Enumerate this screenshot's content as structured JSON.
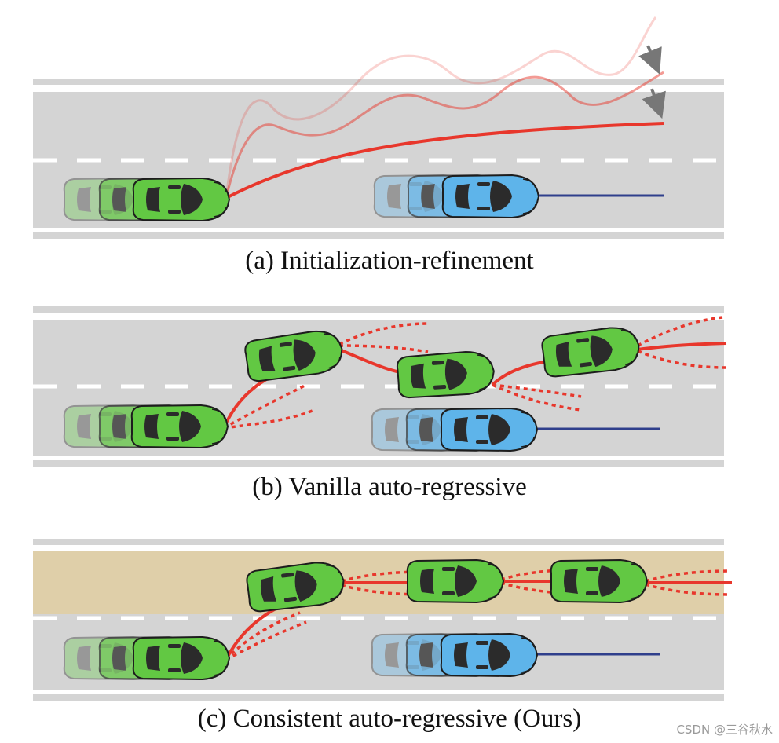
{
  "panels": [
    {
      "caption": "(a) Initialization-refinement"
    },
    {
      "caption": "(b) Vanilla auto-regressive"
    },
    {
      "caption": "(c) Consistent auto-regressive (Ours)"
    }
  ],
  "watermark": "CSDN @三谷秋水",
  "colors": {
    "road": "#d4d4d4",
    "edge_line": "#ffffff",
    "highlight_lane": "#dfcfa9",
    "ego_car": "#62c843",
    "other_car": "#5eb4ea",
    "trajectory": "#e8372c",
    "other_trajectory": "#2f3f8c",
    "arrow": "#777777"
  }
}
